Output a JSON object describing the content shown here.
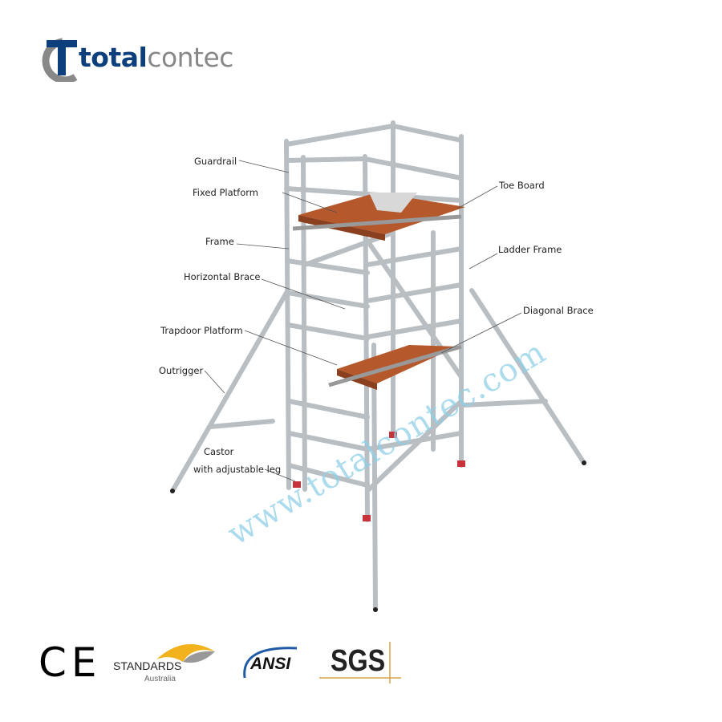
{
  "brand": {
    "name_bold": "total",
    "name_light": "contec",
    "colors": {
      "primary": "#0d3f7c",
      "secondary": "#888888"
    }
  },
  "labels": {
    "guardrail": "Guardrail",
    "fixed_platform": "Fixed Platform",
    "frame": "Frame",
    "horizontal_brace": "Horizontal Brace",
    "trapdoor_platform": "Trapdoor Platform",
    "outrigger": "Outrigger",
    "castor_line1": "Castor",
    "castor_line2": "with adjustable leg",
    "toe_board": "Toe Board",
    "ladder_frame": "Ladder Frame",
    "diagonal_brace": "Diagonal Brace"
  },
  "watermark": "www.totalcontec.com",
  "certifications": {
    "ce": "CE",
    "standards_line1": "STANDARDS",
    "standards_line2": "Australia",
    "ansi": "ANSI",
    "sgs": "SGS"
  },
  "colors": {
    "tube": "#c8ccd0",
    "platform": "#b5582c"
  }
}
